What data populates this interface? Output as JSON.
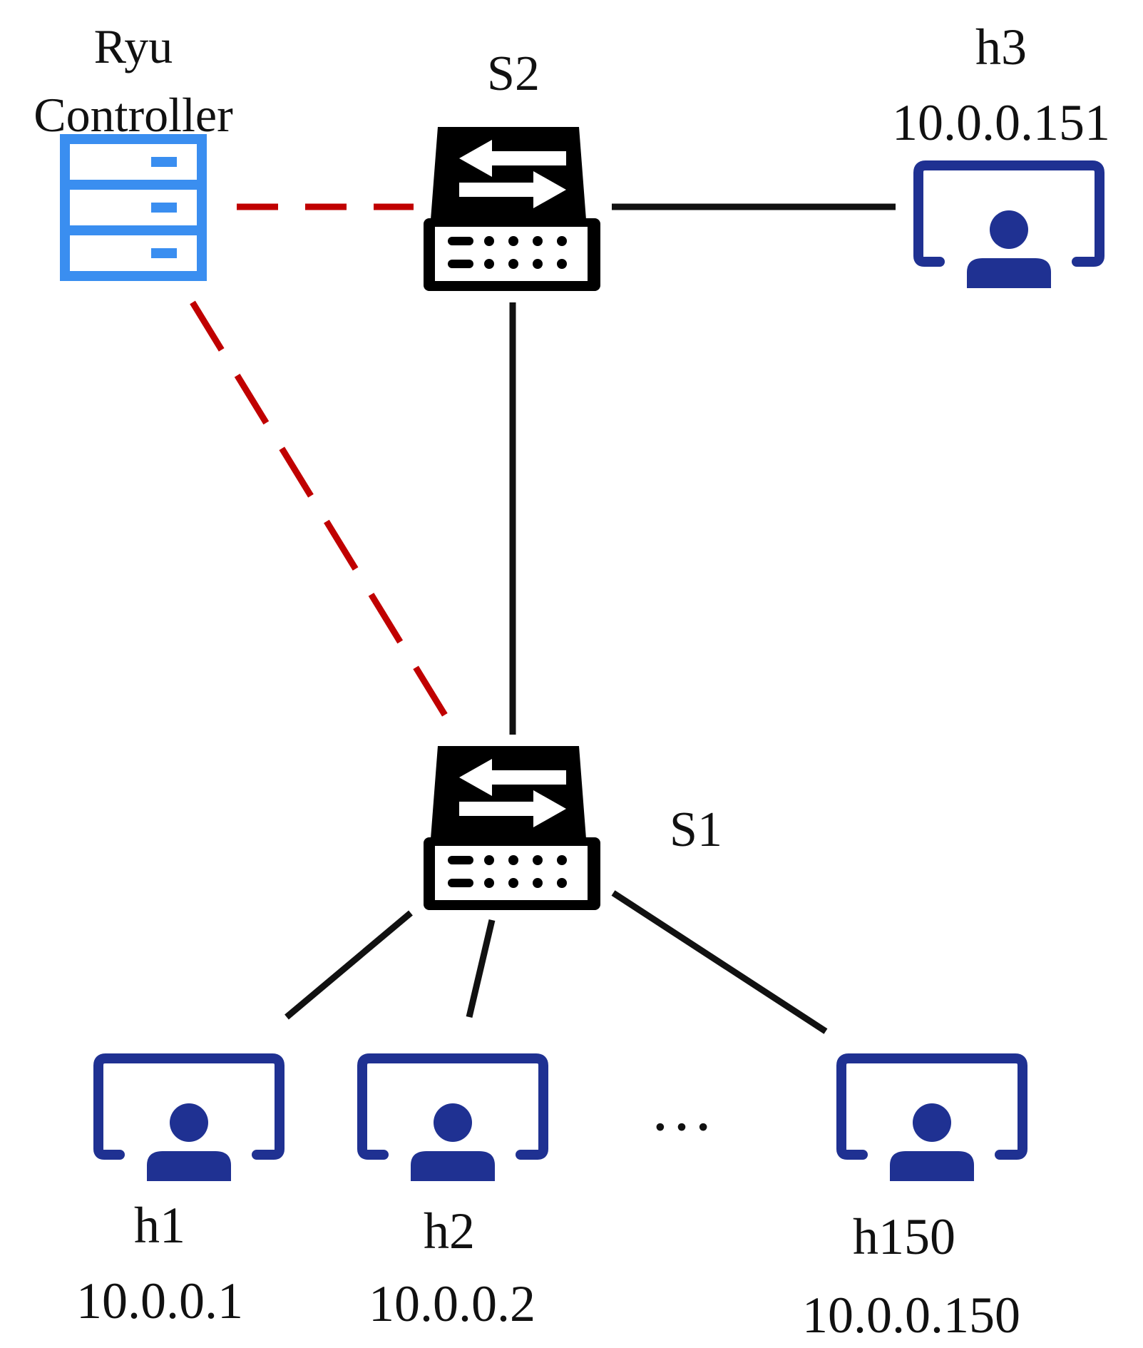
{
  "nodes": {
    "controller": {
      "name_line1": "Ryu",
      "name_line2": "Controller"
    },
    "s2": {
      "name": "S2"
    },
    "s1": {
      "name": "S1"
    },
    "h3": {
      "name": "h3",
      "ip": "10.0.0.151"
    },
    "h1": {
      "name": "h1",
      "ip": "10.0.0.1"
    },
    "h2": {
      "name": "h2",
      "ip": "10.0.0.2"
    },
    "h150": {
      "name": "h150",
      "ip": "10.0.0.150"
    }
  },
  "ellipsis": "…",
  "colors": {
    "control_link": "#c00000",
    "data_link": "#111111",
    "controller_icon": "#3a8ef0",
    "host_icon": "#1f3192",
    "switch_body": "#000000"
  },
  "links": [
    {
      "from": "controller",
      "to": "s2",
      "style": "dashed"
    },
    {
      "from": "controller",
      "to": "s1",
      "style": "dashed"
    },
    {
      "from": "s2",
      "to": "h3",
      "style": "solid"
    },
    {
      "from": "s2",
      "to": "s1",
      "style": "solid"
    },
    {
      "from": "s1",
      "to": "h1",
      "style": "solid"
    },
    {
      "from": "s1",
      "to": "h2",
      "style": "solid"
    },
    {
      "from": "s1",
      "to": "h150",
      "style": "solid"
    }
  ]
}
